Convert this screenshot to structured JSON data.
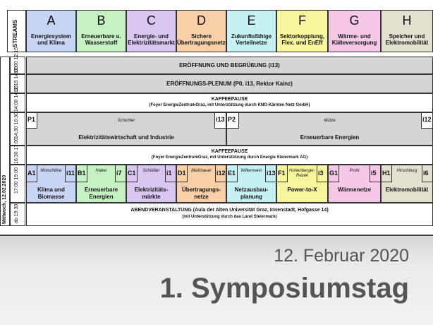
{
  "streams_label": "STREAMS",
  "date_label": "Mittwoch, 12.02.2020",
  "streams": [
    {
      "letter": "A",
      "title": "Energiesystem und Klima",
      "color": "#c9d5f4"
    },
    {
      "letter": "B",
      "title": "Erneuerbare u. Wasserstoff",
      "color": "#c5f1c3"
    },
    {
      "letter": "C",
      "title": "Energie- und Elektrizitätsmarkt",
      "color": "#d9c7f2"
    },
    {
      "letter": "D",
      "title": "Sichere Übertragungsnetze",
      "color": "#f8cfa6"
    },
    {
      "letter": "E",
      "title": "Zukunftsfähige Verteilnetze",
      "color": "#c5f1f3"
    },
    {
      "letter": "F",
      "title": "Sektorkopplung, Flex. und EnEff",
      "color": "#f7f59c"
    },
    {
      "letter": "G",
      "title": "Wärme- und Kälteversorgung",
      "color": "#f5c8e8"
    },
    {
      "letter": "H",
      "title": "Speicher und Elektromobilität",
      "color": "#e2e0cf"
    }
  ],
  "times": {
    "t1": "12:00  12:15",
    "t2": "12:15  14:00",
    "t3": "14:00  14:30",
    "t4": "14:30  16:30",
    "t5": "16:30  17:00",
    "t6": "17:00  19:00",
    "t7": "ab  19:30"
  },
  "opening": "ERÖFFNUNG UND BEGRÜßUNG (i13)",
  "plenary": "ERÖFFNUNGS-PLENUM (P0, i13, Rektor Kainz)",
  "break1": {
    "title": "KAFFEEPAUSE",
    "sub": "(Foyer EnergieZentrumGraz, mit Unterstützung durch KNG-Kärnten Netz GmbH)"
  },
  "p1": {
    "code": "P1",
    "chair": "Schichler",
    "room": "i13",
    "title": "Elektrizitätswirtschaft und Industrie"
  },
  "p2": {
    "code": "P2",
    "chair": "Mütze",
    "room": "i12",
    "title": "Erneuerbare Energien"
  },
  "break2": {
    "title": "KAFFEEPAUSE",
    "sub": "(Foyer EnergieZentrumGraz, mit Unterstützung durch Energie Steiermark AG)"
  },
  "sessions": [
    {
      "code": "A1",
      "chair": "Motschiline",
      "room": "i11",
      "title": "Klima und Biomasse",
      "color": "#c9d5f4"
    },
    {
      "code": "B1",
      "chair": "Haber",
      "room": "i7",
      "title": "Erneuerbare Energien",
      "color": "#c5f1c3"
    },
    {
      "code": "C1",
      "chair": "Schüßler",
      "room": "i1",
      "title": "Elektrizitäts-märkte",
      "color": "#d9c7f2"
    },
    {
      "code": "D1",
      "chair": "Meißnauer",
      "room": "i12",
      "title": "Übertragungs-netze",
      "color": "#f8cfa6"
    },
    {
      "code": "E1",
      "chair": "Wiltermann",
      "room": "i13",
      "title": "Netzausbau-planung",
      "color": "#c5f1f3"
    },
    {
      "code": "F1",
      "chair": "Hohenberger-Rezek",
      "room": "i3",
      "title": "Power-to-X",
      "color": "#f7f59c"
    },
    {
      "code": "G1",
      "chair": "Prohl",
      "room": "i5",
      "title": "Wärmenetze",
      "color": "#f5c8e8"
    },
    {
      "code": "H1",
      "chair": "Hirschburg",
      "room": "i6",
      "title": "Elektromobilität",
      "color": "#e2e0cf"
    }
  ],
  "evening": {
    "title": "ABENDVERANSTALTUNG (Aula der Alten Universität Graz, Innenstadt, Hofgasse 14)",
    "sub": "(mit Unterstützung durch das Land Steiermark)"
  },
  "footer": {
    "date": "12. Februar 2020",
    "title": "1. Symposiumstag"
  }
}
